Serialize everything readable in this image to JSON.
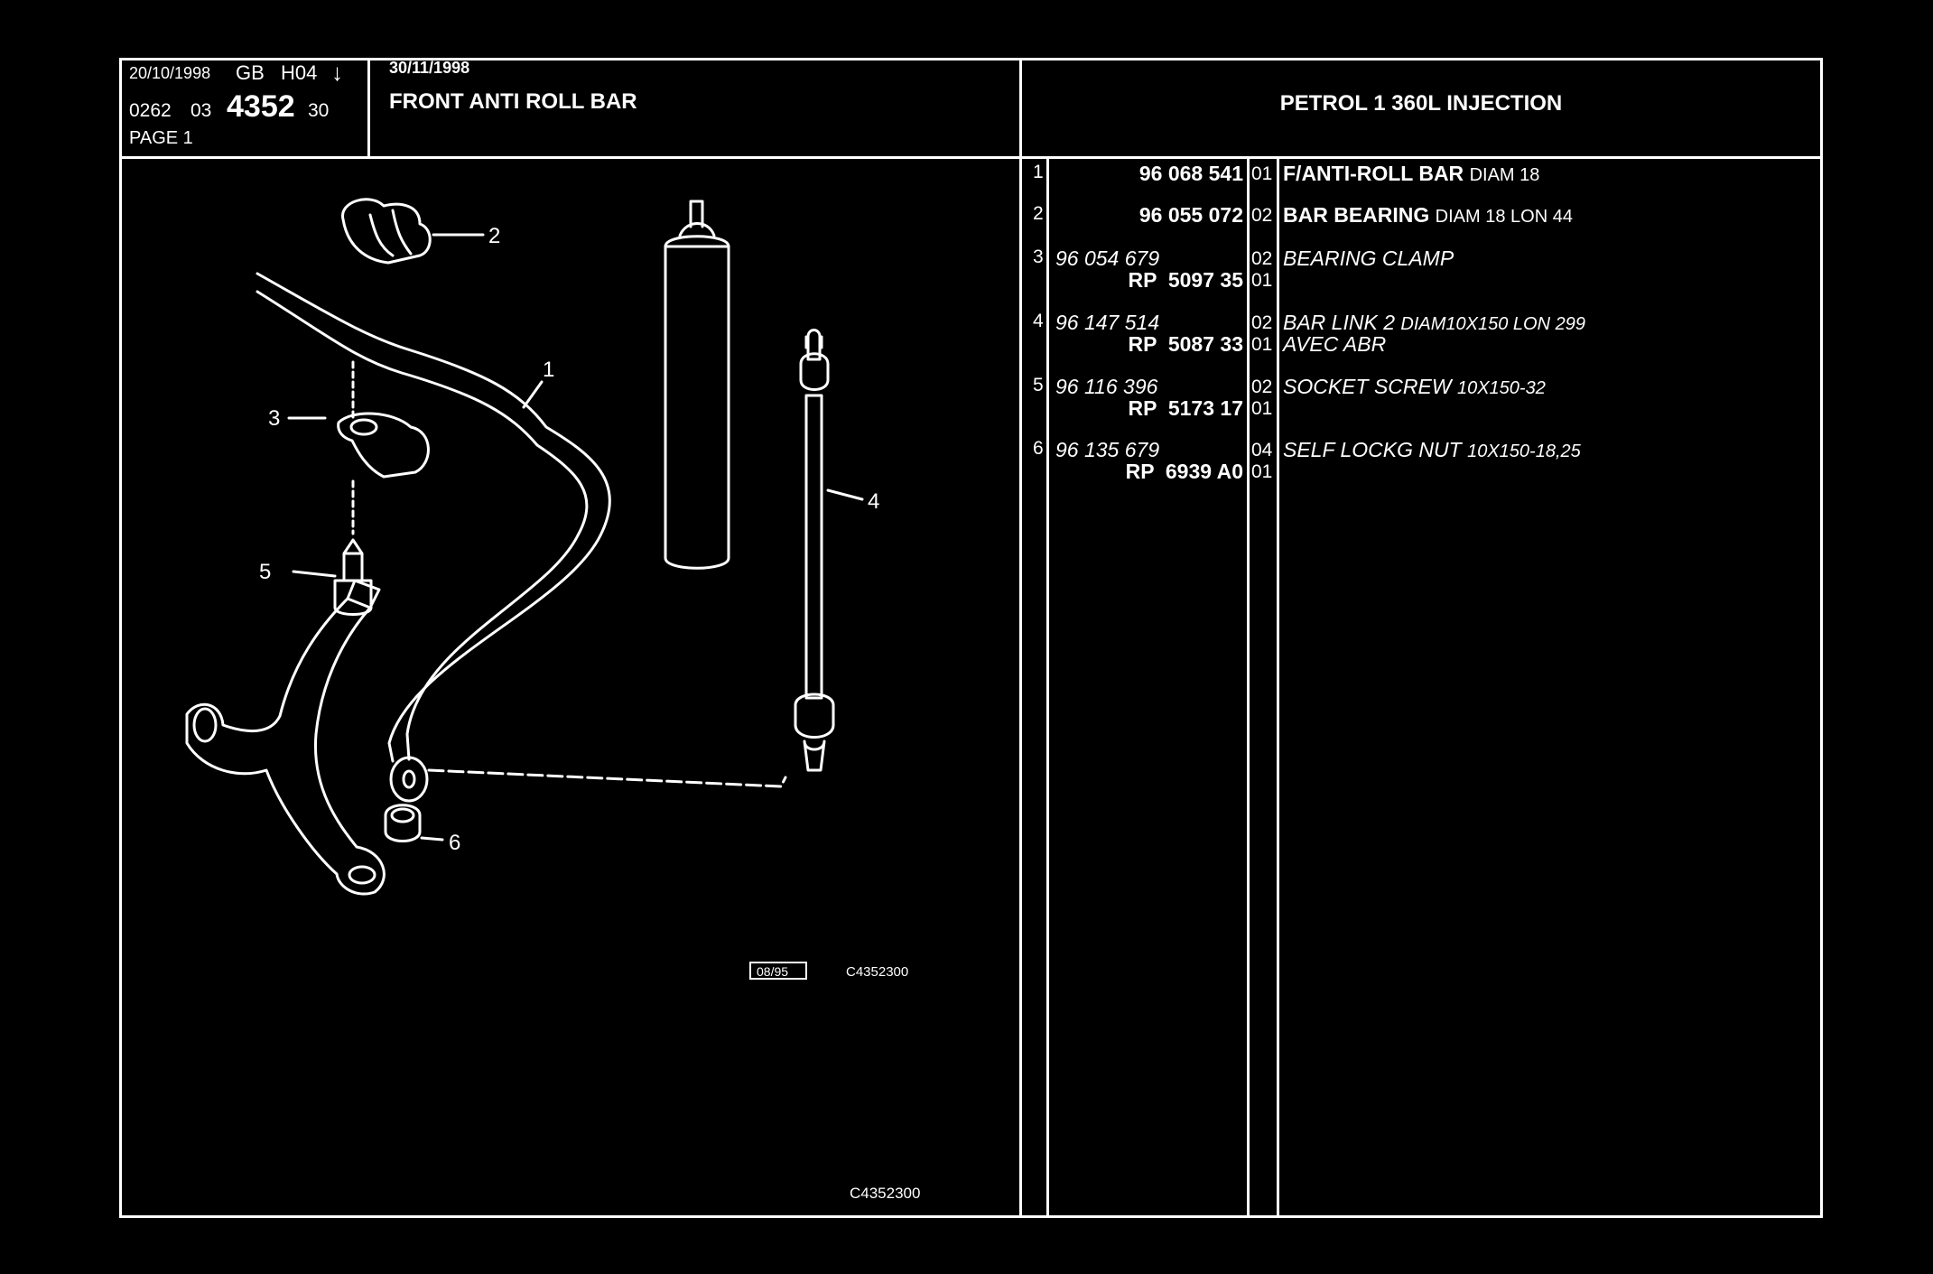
{
  "header": {
    "date1": "20/10/1998",
    "lang": "GB",
    "code": "H04",
    "arrow": "↓",
    "ref_a": "0262",
    "ref_b": "03",
    "ref_main": "4352",
    "ref_c": "30",
    "page": "PAGE 1",
    "date2": "30/11/1998",
    "title": "FRONT ANTI ROLL BAR",
    "engine": "PETROL 1 360L INJECTION"
  },
  "diagram": {
    "callouts": [
      "1",
      "2",
      "3",
      "4",
      "5",
      "6"
    ],
    "stamp_box": "08/95",
    "stamp_code": "C4352300",
    "footer_code": "C4352300"
  },
  "parts": [
    {
      "idx": "1",
      "pn": "96 068 541",
      "pn_style": "bold",
      "rp": "",
      "qty": "01",
      "qty2": "",
      "name": "F/ANTI-ROLL BAR",
      "spec": "DIAM 18",
      "line2": ""
    },
    {
      "idx": "2",
      "pn": "96 055 072",
      "pn_style": "bold",
      "rp": "",
      "qty": "02",
      "qty2": "",
      "name": "BAR BEARING",
      "spec": "DIAM 18 LON 44",
      "line2": ""
    },
    {
      "idx": "3",
      "pn": "96 054 679",
      "pn_style": "italic",
      "rp": "RP  5097 35",
      "qty": "02",
      "qty2": "01",
      "name": "BEARING CLAMP",
      "spec": "",
      "line2": ""
    },
    {
      "idx": "4",
      "pn": "96 147 514",
      "pn_style": "italic",
      "rp": "RP  5087 33",
      "qty": "02",
      "qty2": "01",
      "name": "BAR LINK 2",
      "spec": "DIAM10X150 LON 299",
      "line2": "AVEC ABR"
    },
    {
      "idx": "5",
      "pn": "96 116 396",
      "pn_style": "italic",
      "rp": "RP  5173 17",
      "qty": "02",
      "qty2": "01",
      "name": "SOCKET SCREW",
      "spec": "10X150-32",
      "line2": ""
    },
    {
      "idx": "6",
      "pn": "96 135 679",
      "pn_style": "italic",
      "rp": "RP  6939 A0",
      "qty": "04",
      "qty2": "01",
      "name": "SELF LOCKG NUT",
      "spec": "10X150-18,25",
      "line2": ""
    }
  ]
}
